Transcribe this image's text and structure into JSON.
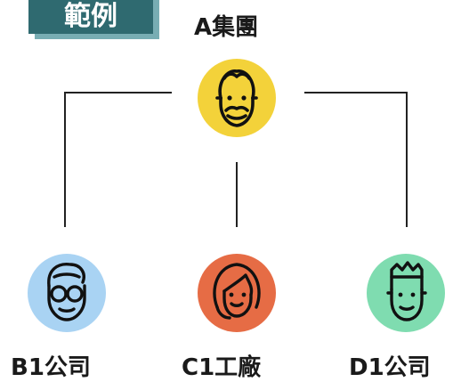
{
  "badge": {
    "text": "範例"
  },
  "parent": {
    "label": "A集團",
    "icon": "bearded-man-icon",
    "color": "#f3d23a"
  },
  "children": [
    {
      "label": "B1公司",
      "icon": "glasses-man-icon",
      "color": "#a9d3f3"
    },
    {
      "label": "C1工廠",
      "icon": "woman-icon",
      "color": "#e66c45"
    },
    {
      "label": "D1公司",
      "icon": "spiky-hair-man-icon",
      "color": "#7fdcb0"
    }
  ]
}
